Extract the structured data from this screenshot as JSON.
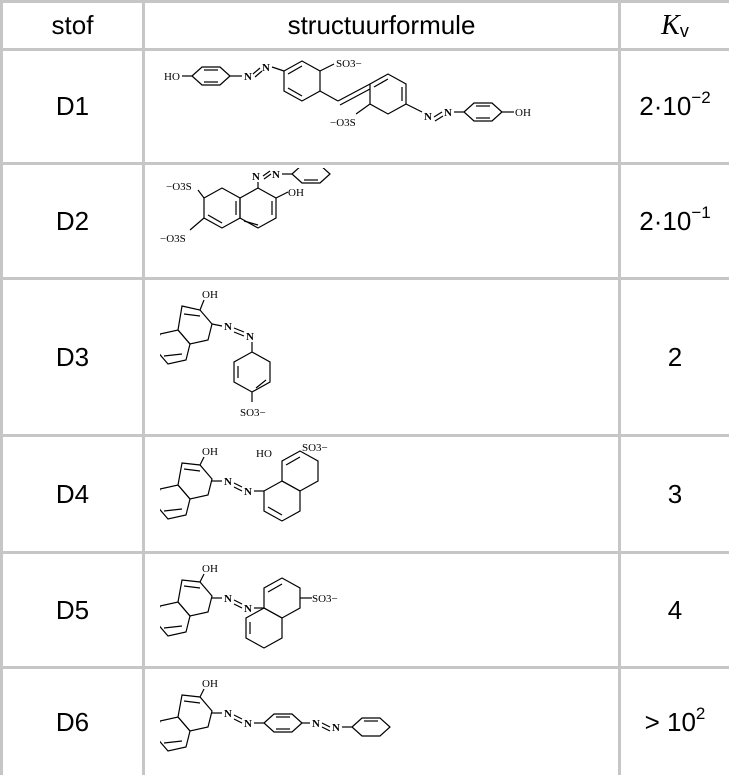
{
  "header": {
    "col1": "stof",
    "col2": "structuurformule",
    "col3_symbol": "K",
    "col3_sub": "v"
  },
  "rows": [
    {
      "stof": "D1",
      "kv_base": "2·10",
      "kv_exp": "−2",
      "structure": "D1-stilbene-bis-azo-disulfonate",
      "labels": {
        "oh_left": "HO",
        "oh_right": "OH",
        "so3_top": "SO3−",
        "so3_bottom": "−O3S",
        "n": "N"
      }
    },
    {
      "stof": "D2",
      "kv_base": "2·10",
      "kv_exp": "−1",
      "structure": "D2-naphthol-disulfonate-azo-benzene",
      "labels": {
        "so3_a": "−O3S",
        "so3_b": "−O3S",
        "oh": "OH",
        "n": "N"
      }
    },
    {
      "stof": "D3",
      "kv_base": "2",
      "kv_exp": "",
      "structure": "D3-naphthol-azo-benzenesulfonate",
      "labels": {
        "oh": "OH",
        "so3": "SO3−",
        "n": "N"
      }
    },
    {
      "stof": "D4",
      "kv_base": "3",
      "kv_exp": "",
      "structure": "D4-naphthol-azo-hydroxynaphthalenesulfonate",
      "labels": {
        "oh": "OH",
        "ho": "HO",
        "so3": "SO3−",
        "n": "N"
      }
    },
    {
      "stof": "D5",
      "kv_base": "4",
      "kv_exp": "",
      "structure": "D5-naphthol-azo-naphthalenesulfonate",
      "labels": {
        "oh": "OH",
        "so3": "SO3−",
        "n": "N"
      }
    },
    {
      "stof": "D6",
      "kv_base": "> 10",
      "kv_exp": "2",
      "structure": "D6-naphthol-bis-azo-benzene",
      "labels": {
        "oh": "OH",
        "n": "N"
      }
    }
  ],
  "colors": {
    "grid": "#c6c6c6",
    "text": "#000000",
    "background": "#ffffff"
  }
}
